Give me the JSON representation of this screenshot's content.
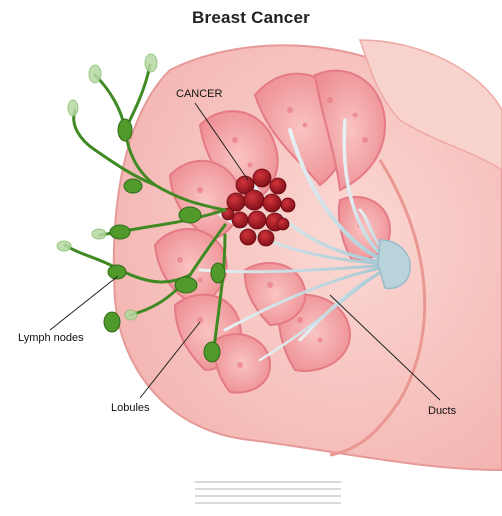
{
  "title": "Breast Cancer",
  "labels": {
    "cancer": "CANCER",
    "lymph_nodes": "Lymph nodes",
    "lobules": "Lobules",
    "ducts": "Ducts"
  },
  "colors": {
    "skin": "#f6c7c3",
    "tissue": "#f3a8a6",
    "lobule": "#f08f94",
    "tumor": "#a4151f",
    "lymph": "#4f9a2a",
    "duct": "#c9dce3"
  }
}
